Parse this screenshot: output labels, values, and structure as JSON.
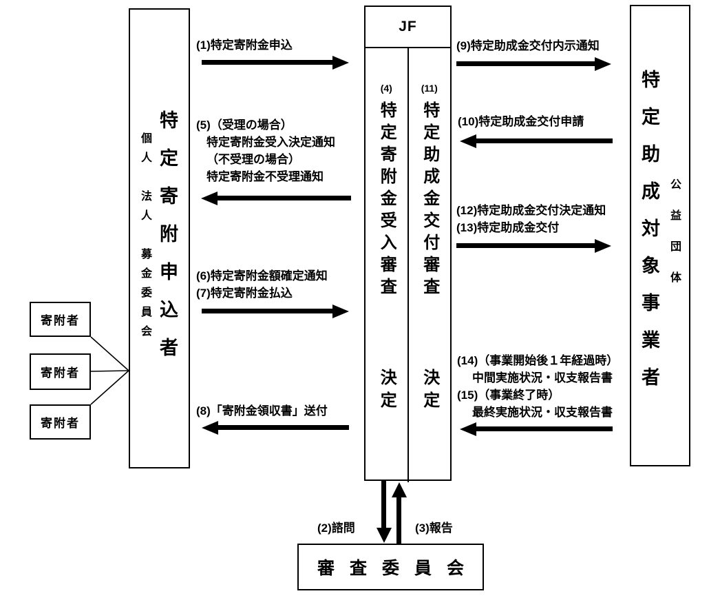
{
  "boxes": {
    "jf": {
      "header": "JF",
      "left_column": {
        "num": "(4)",
        "title": "特定寄附金受入審査",
        "decision": "決定"
      },
      "right_column": {
        "num": "(11)",
        "title": "特定助成金交付審査",
        "decision": "決定"
      }
    },
    "applicant": {
      "title": "特定寄附申込者",
      "subtitle": "個人　法人　募金委員会"
    },
    "grantee": {
      "title": "特定助成対象事業者",
      "subtitle": "公益団体"
    },
    "committee": {
      "title": "審査委員会"
    },
    "donors": [
      "寄附者",
      "寄附者",
      "寄附者"
    ]
  },
  "labels": {
    "l1": [
      "(1)特定寄附金申込"
    ],
    "l2": [
      "(2)諮問"
    ],
    "l3": [
      "(3)報告"
    ],
    "l5": [
      "(5)（受理の場合）",
      "特定寄附金受入決定通知",
      "（不受理の場合）",
      "特定寄附金不受理通知"
    ],
    "l67": [
      "(6)特定寄附金額確定通知",
      "(7)特定寄附金払込"
    ],
    "l8": [
      "(8)「寄附金領収書」送付"
    ],
    "l9": [
      "(9)特定助成金交付内示通知"
    ],
    "l10": [
      "(10)特定助成金交付申請"
    ],
    "l1213": [
      "(12)特定助成金交付決定通知",
      "(13)特定助成金交付"
    ],
    "l1415": [
      "(14)（事業開始後１年経過時）",
      "中間実施状況・収支報告書",
      "(15)（事業終了時）",
      "最終実施状況・収支報告書"
    ]
  },
  "colors": {
    "ink": "#000000",
    "background": "#ffffff"
  }
}
